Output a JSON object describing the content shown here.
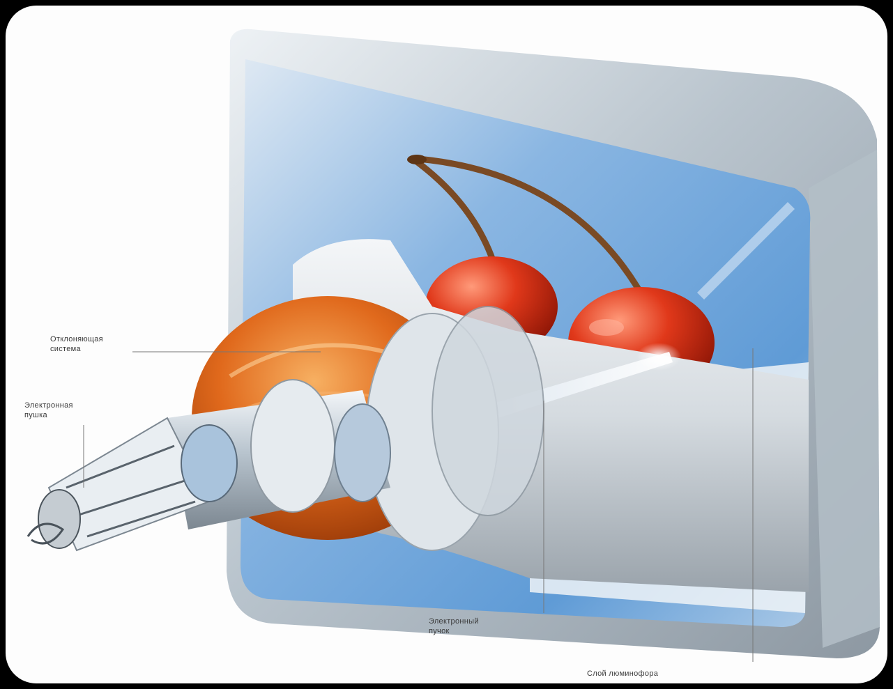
{
  "diagram": {
    "labels": {
      "deflection_system": [
        "Отклоняющая",
        "система"
      ],
      "electron_gun": [
        "Электронная",
        "пушка"
      ],
      "electron_beam": [
        "Электронный",
        "пучок"
      ],
      "phosphor_layer": [
        "Слой люминофора"
      ]
    },
    "colors": {
      "frame": "#000000",
      "background": "#fdfdfd",
      "screen_blue": "#6fa6dc",
      "glass_silver": "#c9d3dc",
      "coil_copper": "#e06a1a",
      "cherry_red": "#e03a1c",
      "stem_brown": "#7a4a24"
    }
  }
}
